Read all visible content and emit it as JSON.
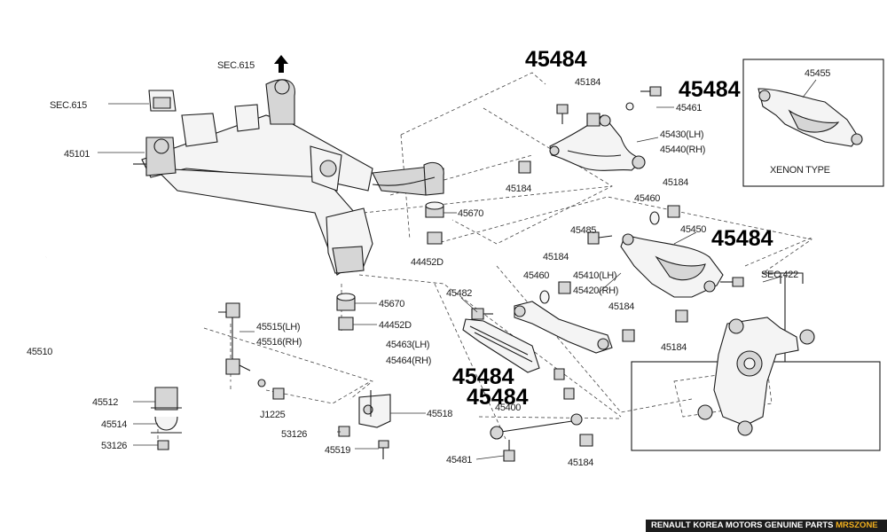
{
  "diagram": {
    "highlight_label": "45484",
    "refs": {
      "sec615_top": "SEC.615",
      "sec615_left": "SEC.615",
      "sec422": "SEC.422"
    },
    "parts": {
      "p45101": "45101",
      "p45184_a": "45184",
      "p45461": "45461",
      "p45430": "45430(LH)",
      "p45440": "45440(RH)",
      "p45184_b": "45184",
      "p45455": "45455",
      "xenon_type": "XENON TYPE",
      "p45670_a": "45670",
      "p44452d_a": "44452D",
      "p45460_a": "45460",
      "p45184_c": "45184",
      "p45485": "45485",
      "p45450": "45450",
      "p45184_d": "45184",
      "p45460_b": "45460",
      "p45410": "45410(LH)",
      "p45420": "45420(RH)",
      "p45482": "45482",
      "p45184_e": "45184",
      "p45184_f": "45184",
      "p45463": "45463(LH)",
      "p45464": "45464(RH)",
      "p45670_b": "45670",
      "p44452d_b": "44452D",
      "p45515": "45515(LH)",
      "p45516": "45516(RH)",
      "p45510": "45510",
      "p45512": "45512",
      "p45514": "45514",
      "p53126_a": "53126",
      "p53126_b": "53126",
      "pJ1225": "J1225",
      "p45518": "45518",
      "p45519": "45519",
      "p45400": "45400",
      "p45481": "45481",
      "p45184_g": "45184"
    }
  },
  "footer": {
    "text": "RENAULT KOREA MOTORS GENUINE PARTS",
    "brand": "MRSZONE"
  },
  "colors": {
    "footer_bg": "#1c1c1c",
    "brand_accent": "#f2b01e"
  }
}
